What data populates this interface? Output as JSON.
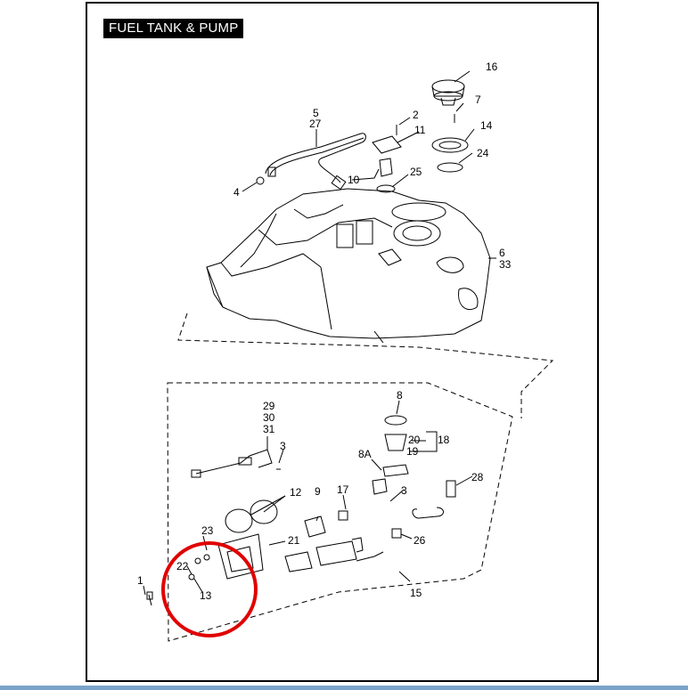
{
  "title": "FUEL TANK & PUMP",
  "callouts": [
    "16",
    "7",
    "14",
    "24",
    "2",
    "11",
    "25",
    "10",
    "5",
    "27",
    "4",
    "6",
    "33",
    "8",
    "20",
    "19",
    "18",
    "8A",
    "3",
    "28",
    "29",
    "30",
    "31",
    "17",
    "9",
    "12",
    "23",
    "21",
    "26",
    "1",
    "22",
    "13",
    "15"
  ],
  "colors": {
    "frame": "#000000",
    "highlight_circle": "#e00000",
    "title_bg": "#000000",
    "title_text": "#ffffff",
    "bottom_bar": "#7aa3c9"
  }
}
